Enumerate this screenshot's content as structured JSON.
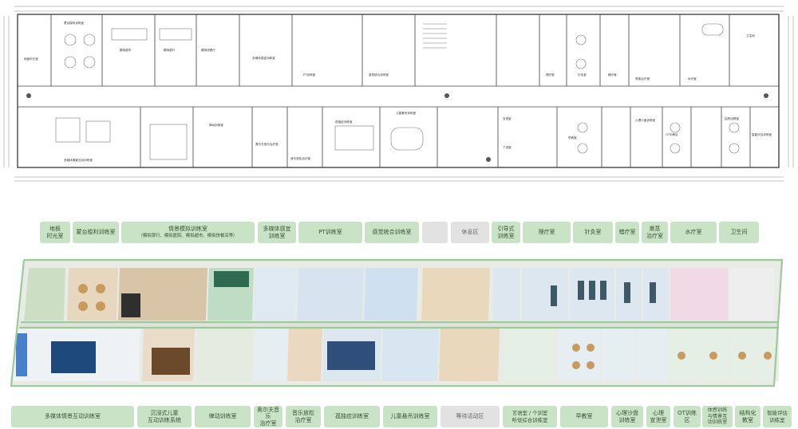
{
  "floor_plan": {
    "room_labels": [
      {
        "id": "r1",
        "text": "蒙台梭利训练室"
      },
      {
        "id": "r2",
        "text": "地板时光室"
      },
      {
        "id": "r3",
        "text": "模拟超市"
      },
      {
        "id": "r4",
        "text": "模拟银行"
      },
      {
        "id": "r5",
        "text": "模拟快餐厅"
      },
      {
        "id": "r6",
        "text": "多媒体感宜训练室"
      },
      {
        "id": "r7",
        "text": "PT训练室"
      },
      {
        "id": "r8",
        "text": "感觉统合训练室"
      },
      {
        "id": "r9",
        "text": "理疗室"
      },
      {
        "id": "r10",
        "text": "针灸室"
      },
      {
        "id": "r11",
        "text": "蜡疗室"
      },
      {
        "id": "r12",
        "text": "熏蒸治疗室"
      },
      {
        "id": "r13",
        "text": "水疗室"
      },
      {
        "id": "r14",
        "text": "卫生间"
      },
      {
        "id": "r15",
        "text": "多媒体情景互动训练室"
      },
      {
        "id": "r16",
        "text": "律动训练室"
      },
      {
        "id": "r17",
        "text": "奥尔夫音乐治疗室"
      },
      {
        "id": "r18",
        "text": "音乐放松治疗室"
      },
      {
        "id": "r19",
        "text": "孤独症训练室"
      },
      {
        "id": "r20",
        "text": "儿童悬吊训练室"
      },
      {
        "id": "r21",
        "text": "言语室"
      },
      {
        "id": "r22",
        "text": "个训室"
      },
      {
        "id": "r23",
        "text": "早教室"
      },
      {
        "id": "r24",
        "text": "心理沙盘训练室"
      },
      {
        "id": "r25",
        "text": "OT训练区"
      },
      {
        "id": "r26",
        "text": "结构化教室"
      },
      {
        "id": "r27",
        "text": "智能评估训练室"
      }
    ]
  },
  "top_labels": [
    {
      "id": "t1",
      "text": "地板\n时光室"
    },
    {
      "id": "t2",
      "text": "蒙台梭利训练室"
    },
    {
      "id": "t3",
      "text": "情景模拟训练室"
    },
    {
      "id": "t3s",
      "text": "（模拟银行、模拟医院、模拟超市、模拟快餐店等）"
    },
    {
      "id": "t4",
      "text": "多媒体感宜\n训练室"
    },
    {
      "id": "t5",
      "text": "PT训练室"
    },
    {
      "id": "t6",
      "text": "感觉统合训练室"
    },
    {
      "id": "t7",
      "text": ""
    },
    {
      "id": "t8",
      "text": "休息区"
    },
    {
      "id": "t9",
      "text": "引导式\n训练室"
    },
    {
      "id": "t10",
      "text": "理疗室"
    },
    {
      "id": "t11",
      "text": "针灸室"
    },
    {
      "id": "t12",
      "text": "蜡疗室"
    },
    {
      "id": "t13",
      "text": "熏蒸\n治疗室"
    },
    {
      "id": "t14",
      "text": "水疗室"
    },
    {
      "id": "t15",
      "text": "卫生间"
    }
  ],
  "bottom_labels": [
    {
      "id": "b1",
      "text": "多媒体情景互动训练室"
    },
    {
      "id": "b2",
      "text": "沉浸式儿童\n互动训练系统"
    },
    {
      "id": "b3",
      "text": "律动训练室"
    },
    {
      "id": "b4",
      "text": "奥尔夫音乐\n治疗室"
    },
    {
      "id": "b5",
      "text": "音乐放松\n治疗室"
    },
    {
      "id": "b6",
      "text": "孤独症训练室"
    },
    {
      "id": "b7",
      "text": "儿童悬吊训练室"
    },
    {
      "id": "b8",
      "text": "等待活动区"
    },
    {
      "id": "b9",
      "text": "言语室 / 个训室\n听觉综合训练室"
    },
    {
      "id": "b10",
      "text": "早教室"
    },
    {
      "id": "b11",
      "text": "心理沙盘\n训练室"
    },
    {
      "id": "b12",
      "text": "心理\n宣泄室"
    },
    {
      "id": "b13",
      "text": "OT训练区"
    },
    {
      "id": "b14",
      "text": "体感训练\n与情景互\n动训练室"
    },
    {
      "id": "b15",
      "text": "结构化\n教室"
    },
    {
      "id": "b16",
      "text": "智能评估\n训练室"
    }
  ],
  "colors": {
    "label_green": "#c9e3c7",
    "label_gray": "#e2e2e2",
    "wall_green": "#9ec99a",
    "floor_blue": "#d9e6ef",
    "floor_wood": "#e8d7bf",
    "floor_pink": "#f2d9e6"
  }
}
